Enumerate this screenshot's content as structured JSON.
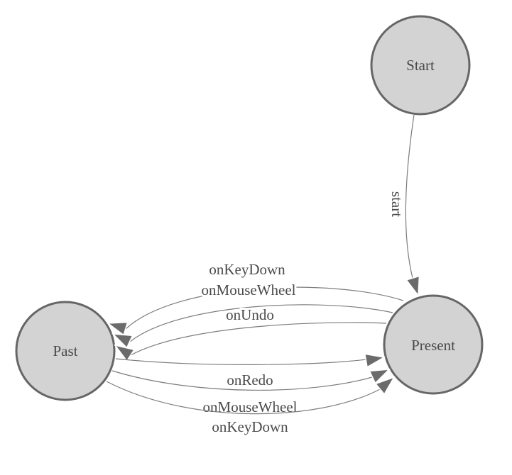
{
  "diagram_type": "finite-state-machine",
  "nodes": {
    "start": {
      "label": "Start"
    },
    "present": {
      "label": "Present"
    },
    "past": {
      "label": "Past"
    }
  },
  "edges": {
    "start_present": {
      "from": "Start",
      "to": "Present",
      "label": "start"
    },
    "present_past": [
      {
        "from": "Present",
        "to": "Past",
        "label": "onKeyDown"
      },
      {
        "from": "Present",
        "to": "Past",
        "label": "onMouseWheel"
      },
      {
        "from": "Present",
        "to": "Past",
        "label": "onUndo"
      }
    ],
    "past_present": [
      {
        "from": "Past",
        "to": "Present",
        "label": "onRedo"
      },
      {
        "from": "Past",
        "to": "Present",
        "label": "onMouseWheel"
      },
      {
        "from": "Past",
        "to": "Present",
        "label": "onKeyDown"
      }
    ]
  },
  "colors": {
    "background": "#ffffff",
    "node_fill": "#d3d3d3",
    "node_stroke": "#666666",
    "edge_line": "#7d7d7d",
    "arrowhead": "#6b6b6b",
    "label_text": "#4a4a4a"
  }
}
